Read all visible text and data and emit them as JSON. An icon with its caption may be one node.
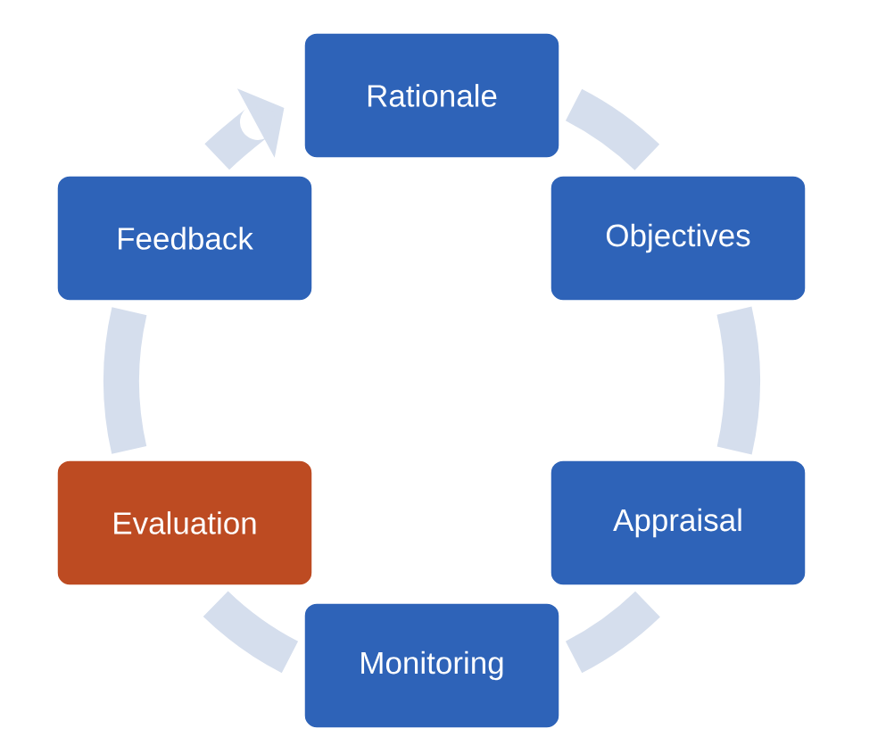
{
  "diagram": {
    "nodes": [
      {
        "text": [
          "Rationale"
        ]
      },
      {
        "text": [
          "Objectives"
        ]
      },
      {
        "text": [
          "Appraisal"
        ]
      },
      {
        "text": [
          "Monitoring"
        ]
      },
      {
        "text": [
          "Evaluation"
        ]
      },
      {
        "text": [
          "Feedback"
        ]
      }
    ],
    "edges": [
      {
        "from": 0,
        "to": 1,
        "arrow": "none"
      },
      {
        "from": 1,
        "to": 2,
        "arrow": "none"
      },
      {
        "from": 2,
        "to": 3,
        "arrow": "none"
      },
      {
        "from": 3,
        "to": 4,
        "arrow": "none"
      },
      {
        "from": 4,
        "to": 5,
        "arrow": "none"
      },
      {
        "from": 5,
        "to": 0,
        "arrow": "to"
      }
    ]
  }
}
